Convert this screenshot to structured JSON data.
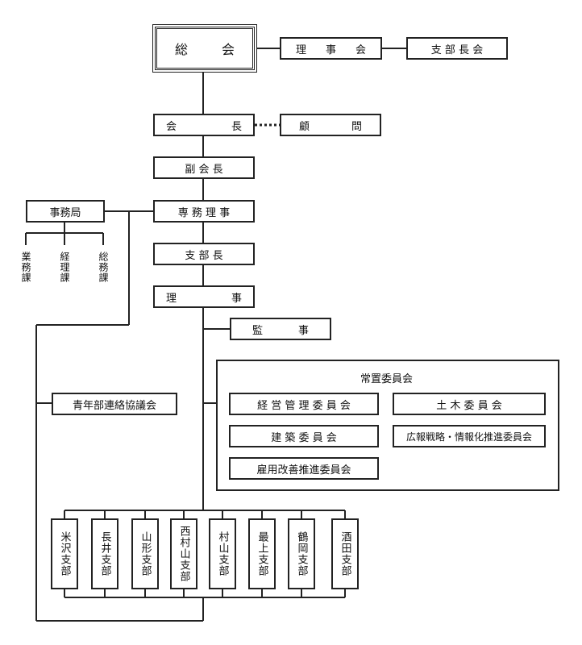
{
  "general_meeting": {
    "left": "総",
    "right": "会"
  },
  "board": {
    "chars": [
      "理",
      "事",
      "会"
    ]
  },
  "branch_chiefs_meeting": "支 部 長 会",
  "president": {
    "left": "会",
    "right": "長"
  },
  "advisor": {
    "left": "顧",
    "right": "問"
  },
  "vice_president": "副 会 長",
  "executive_director": "専 務 理 事",
  "secretariat": "事務局",
  "secretariat_sections": [
    "業務課",
    "経理課",
    "総務課"
  ],
  "branch_chief": "支 部 長",
  "director": {
    "left": "理",
    "right": "事"
  },
  "auditor": {
    "left": "監",
    "right": "事"
  },
  "youth_council": "青年部連絡協議会",
  "standing_committees": {
    "title": "常置委員会",
    "items": [
      "経 営 管 理 委 員 会",
      "土 木 委 員 会",
      "建 築 委 員 会",
      "広報戦略・情報化推進委員会",
      "雇用改善推進委員会"
    ]
  },
  "branches": [
    "米沢支部",
    "長井支部",
    "山形支部",
    "西村山支部",
    "村山支部",
    "最上支部",
    "鶴岡支部",
    "酒田支部"
  ]
}
